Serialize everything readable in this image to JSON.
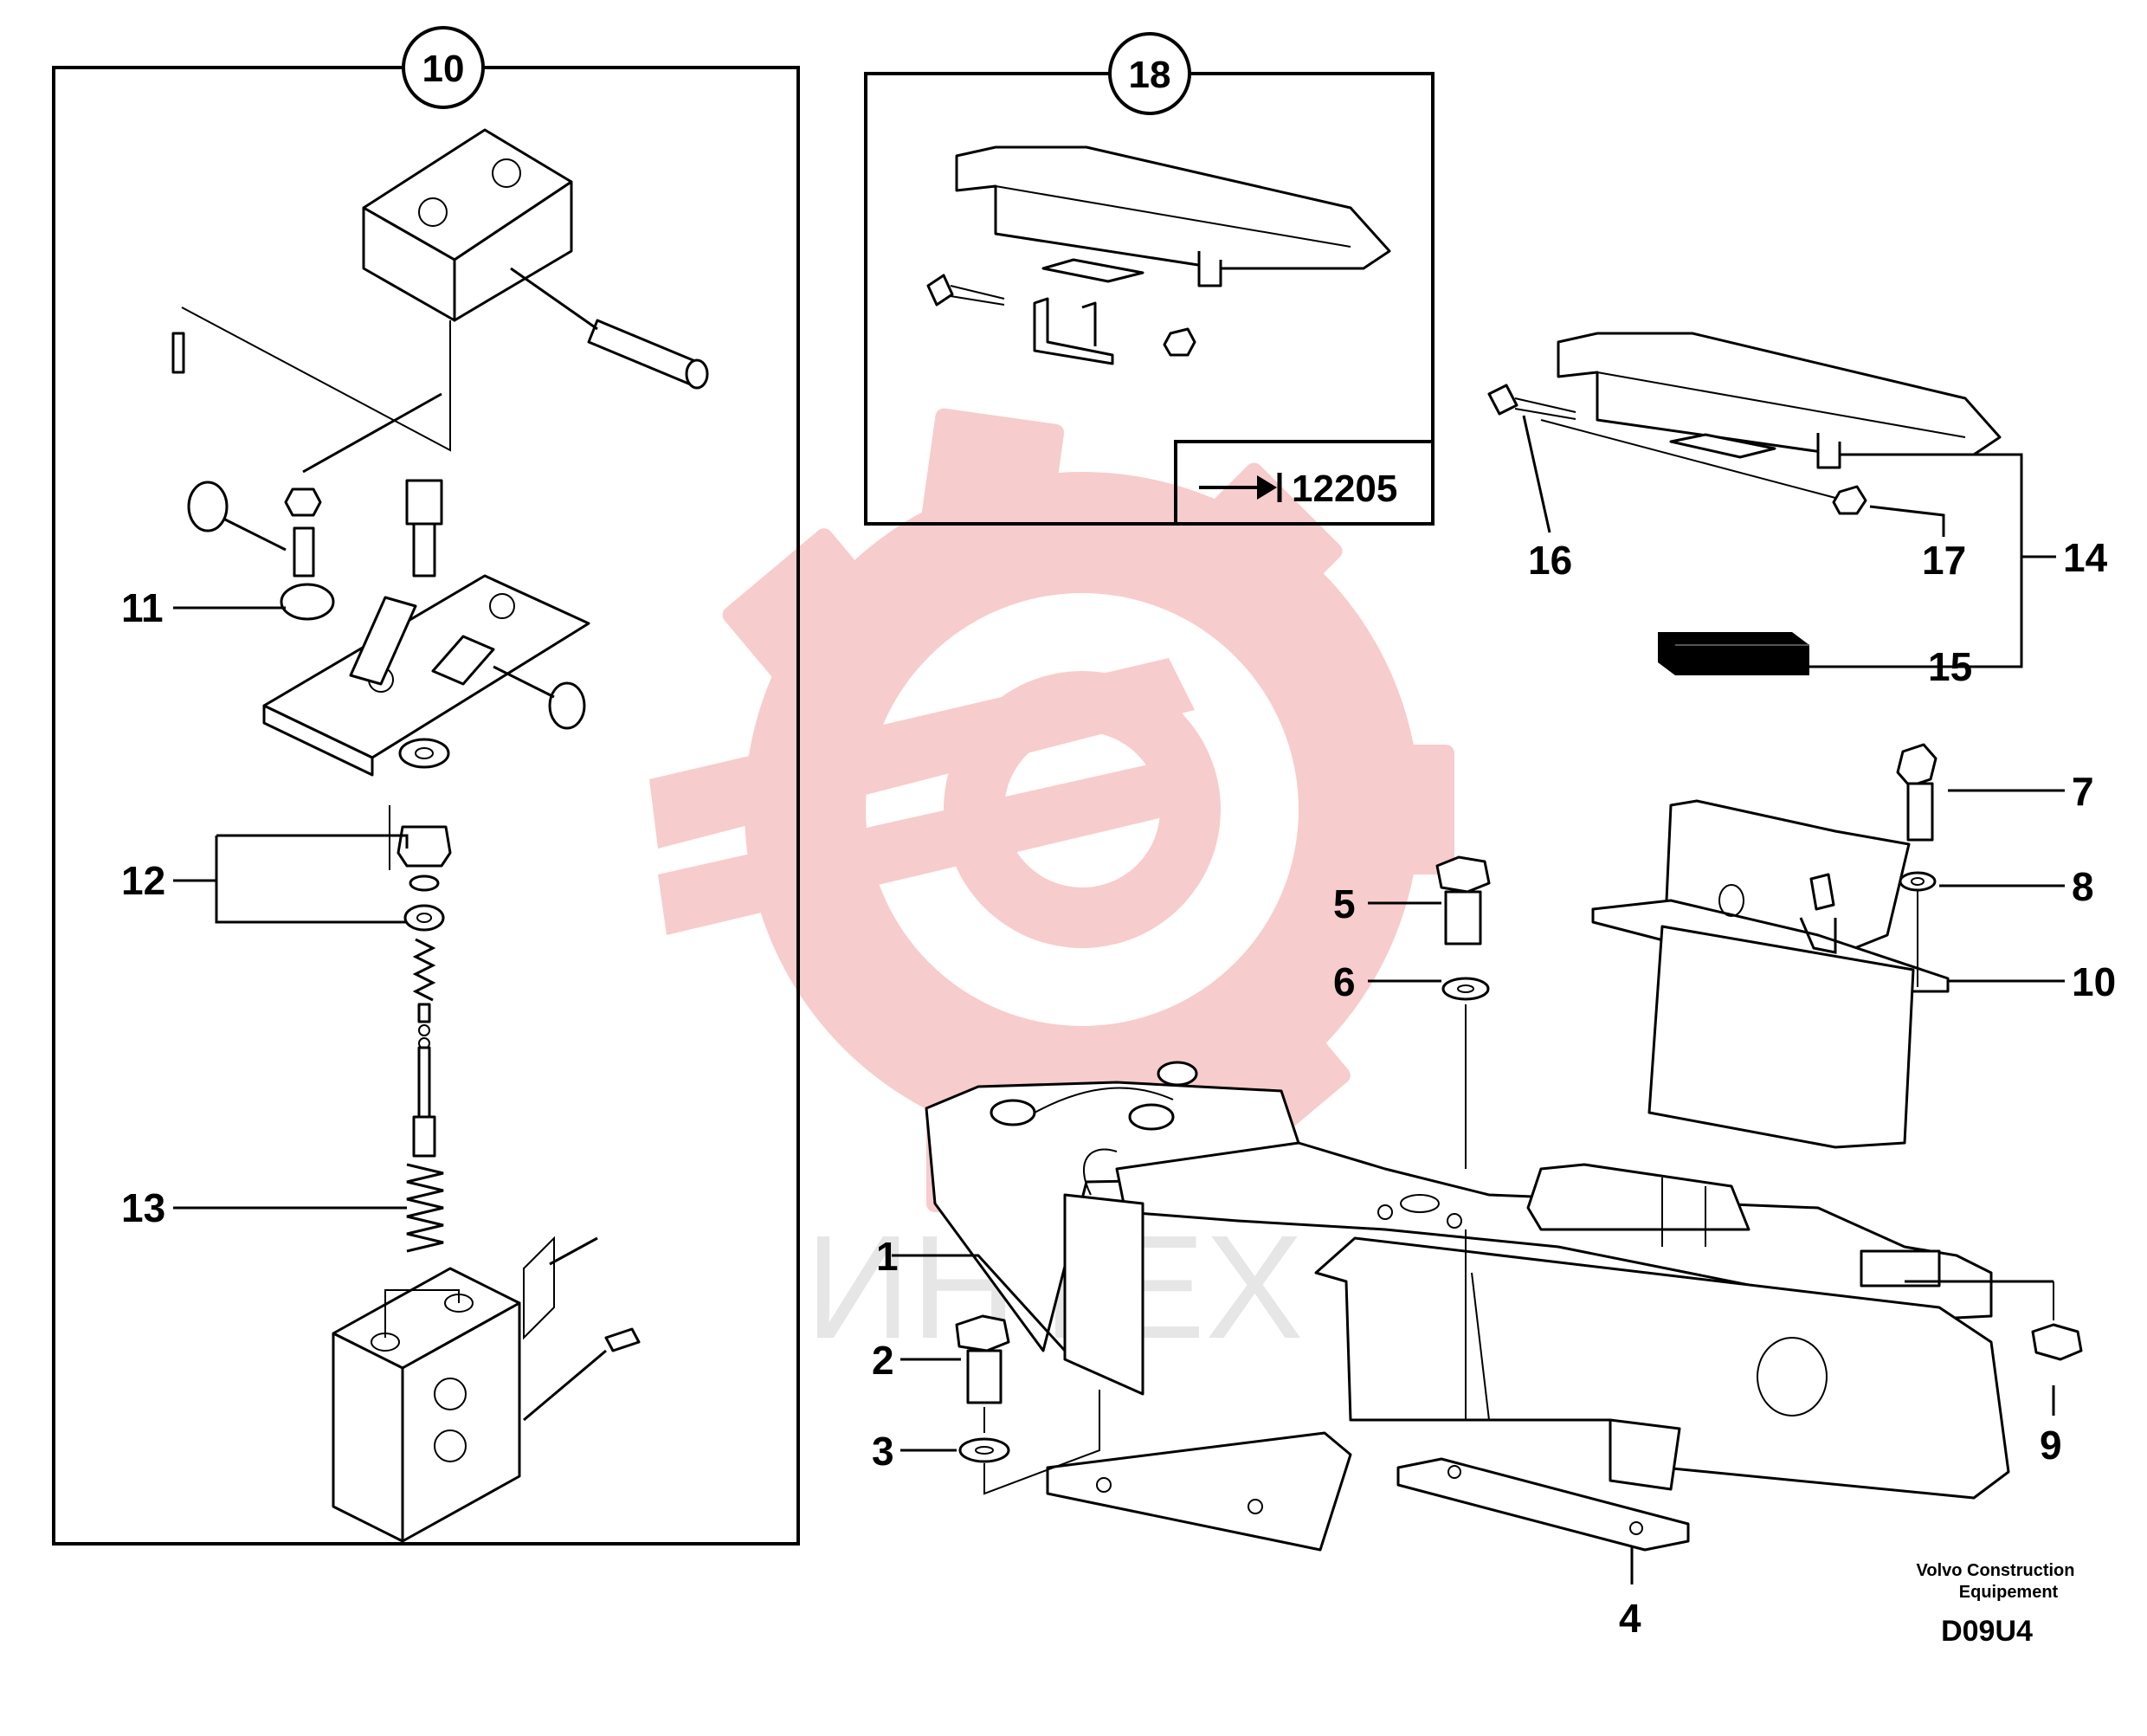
{
  "group_callouts": [
    {
      "id": "10",
      "text": "10"
    },
    {
      "id": "18",
      "text": "18"
    }
  ],
  "reference": {
    "arrow_icon": "arrow-right-to-bar-icon",
    "text": "12205"
  },
  "part_labels": [
    {
      "id": "1",
      "text": "1"
    },
    {
      "id": "2",
      "text": "2"
    },
    {
      "id": "3",
      "text": "3"
    },
    {
      "id": "4",
      "text": "4"
    },
    {
      "id": "5",
      "text": "5"
    },
    {
      "id": "6",
      "text": "6"
    },
    {
      "id": "7",
      "text": "7"
    },
    {
      "id": "8",
      "text": "8"
    },
    {
      "id": "9",
      "text": "9"
    },
    {
      "id": "10",
      "text": "10"
    },
    {
      "id": "11",
      "text": "11"
    },
    {
      "id": "12",
      "text": "12"
    },
    {
      "id": "13",
      "text": "13"
    },
    {
      "id": "14",
      "text": "14"
    },
    {
      "id": "15",
      "text": "15"
    },
    {
      "id": "16",
      "text": "16"
    },
    {
      "id": "17",
      "text": "17"
    }
  ],
  "footer": {
    "credit_line1": "Volvo Construction",
    "credit_line2": "Equipement",
    "drawing_code": "D09U4"
  },
  "watermark": {
    "text": "ИНТЕХ",
    "color": "#f4b6b6"
  }
}
